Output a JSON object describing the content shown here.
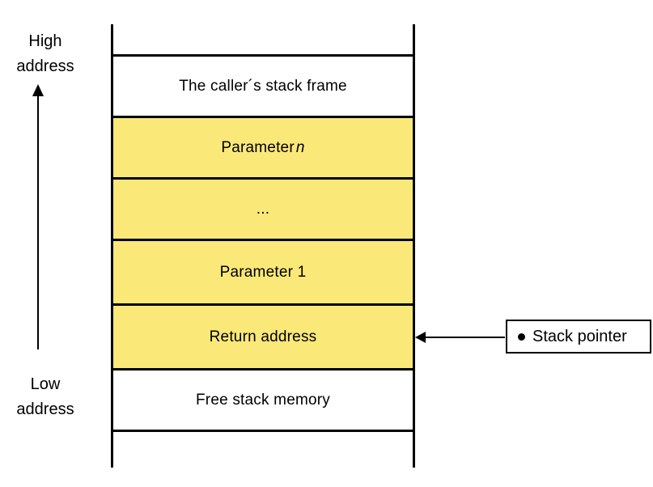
{
  "diagram": {
    "left_labels": {
      "high_address": "High\naddress",
      "low_address": "Low\naddress"
    },
    "stack": {
      "cells": [
        {
          "text": "The caller´s stack frame",
          "fill": "white"
        },
        {
          "text": "Parameter ",
          "italic": "n",
          "fill": "yellow"
        },
        {
          "text": "...",
          "fill": "yellow"
        },
        {
          "text": "Parameter 1",
          "fill": "yellow"
        },
        {
          "text": "Return address",
          "fill": "yellow"
        },
        {
          "text": "Free stack memory",
          "fill": "white"
        }
      ]
    },
    "stack_pointer": {
      "label": "Stack pointer"
    },
    "colors": {
      "cell_yellow": "#fae878",
      "cell_white": "#ffffff",
      "line": "#000000"
    }
  }
}
